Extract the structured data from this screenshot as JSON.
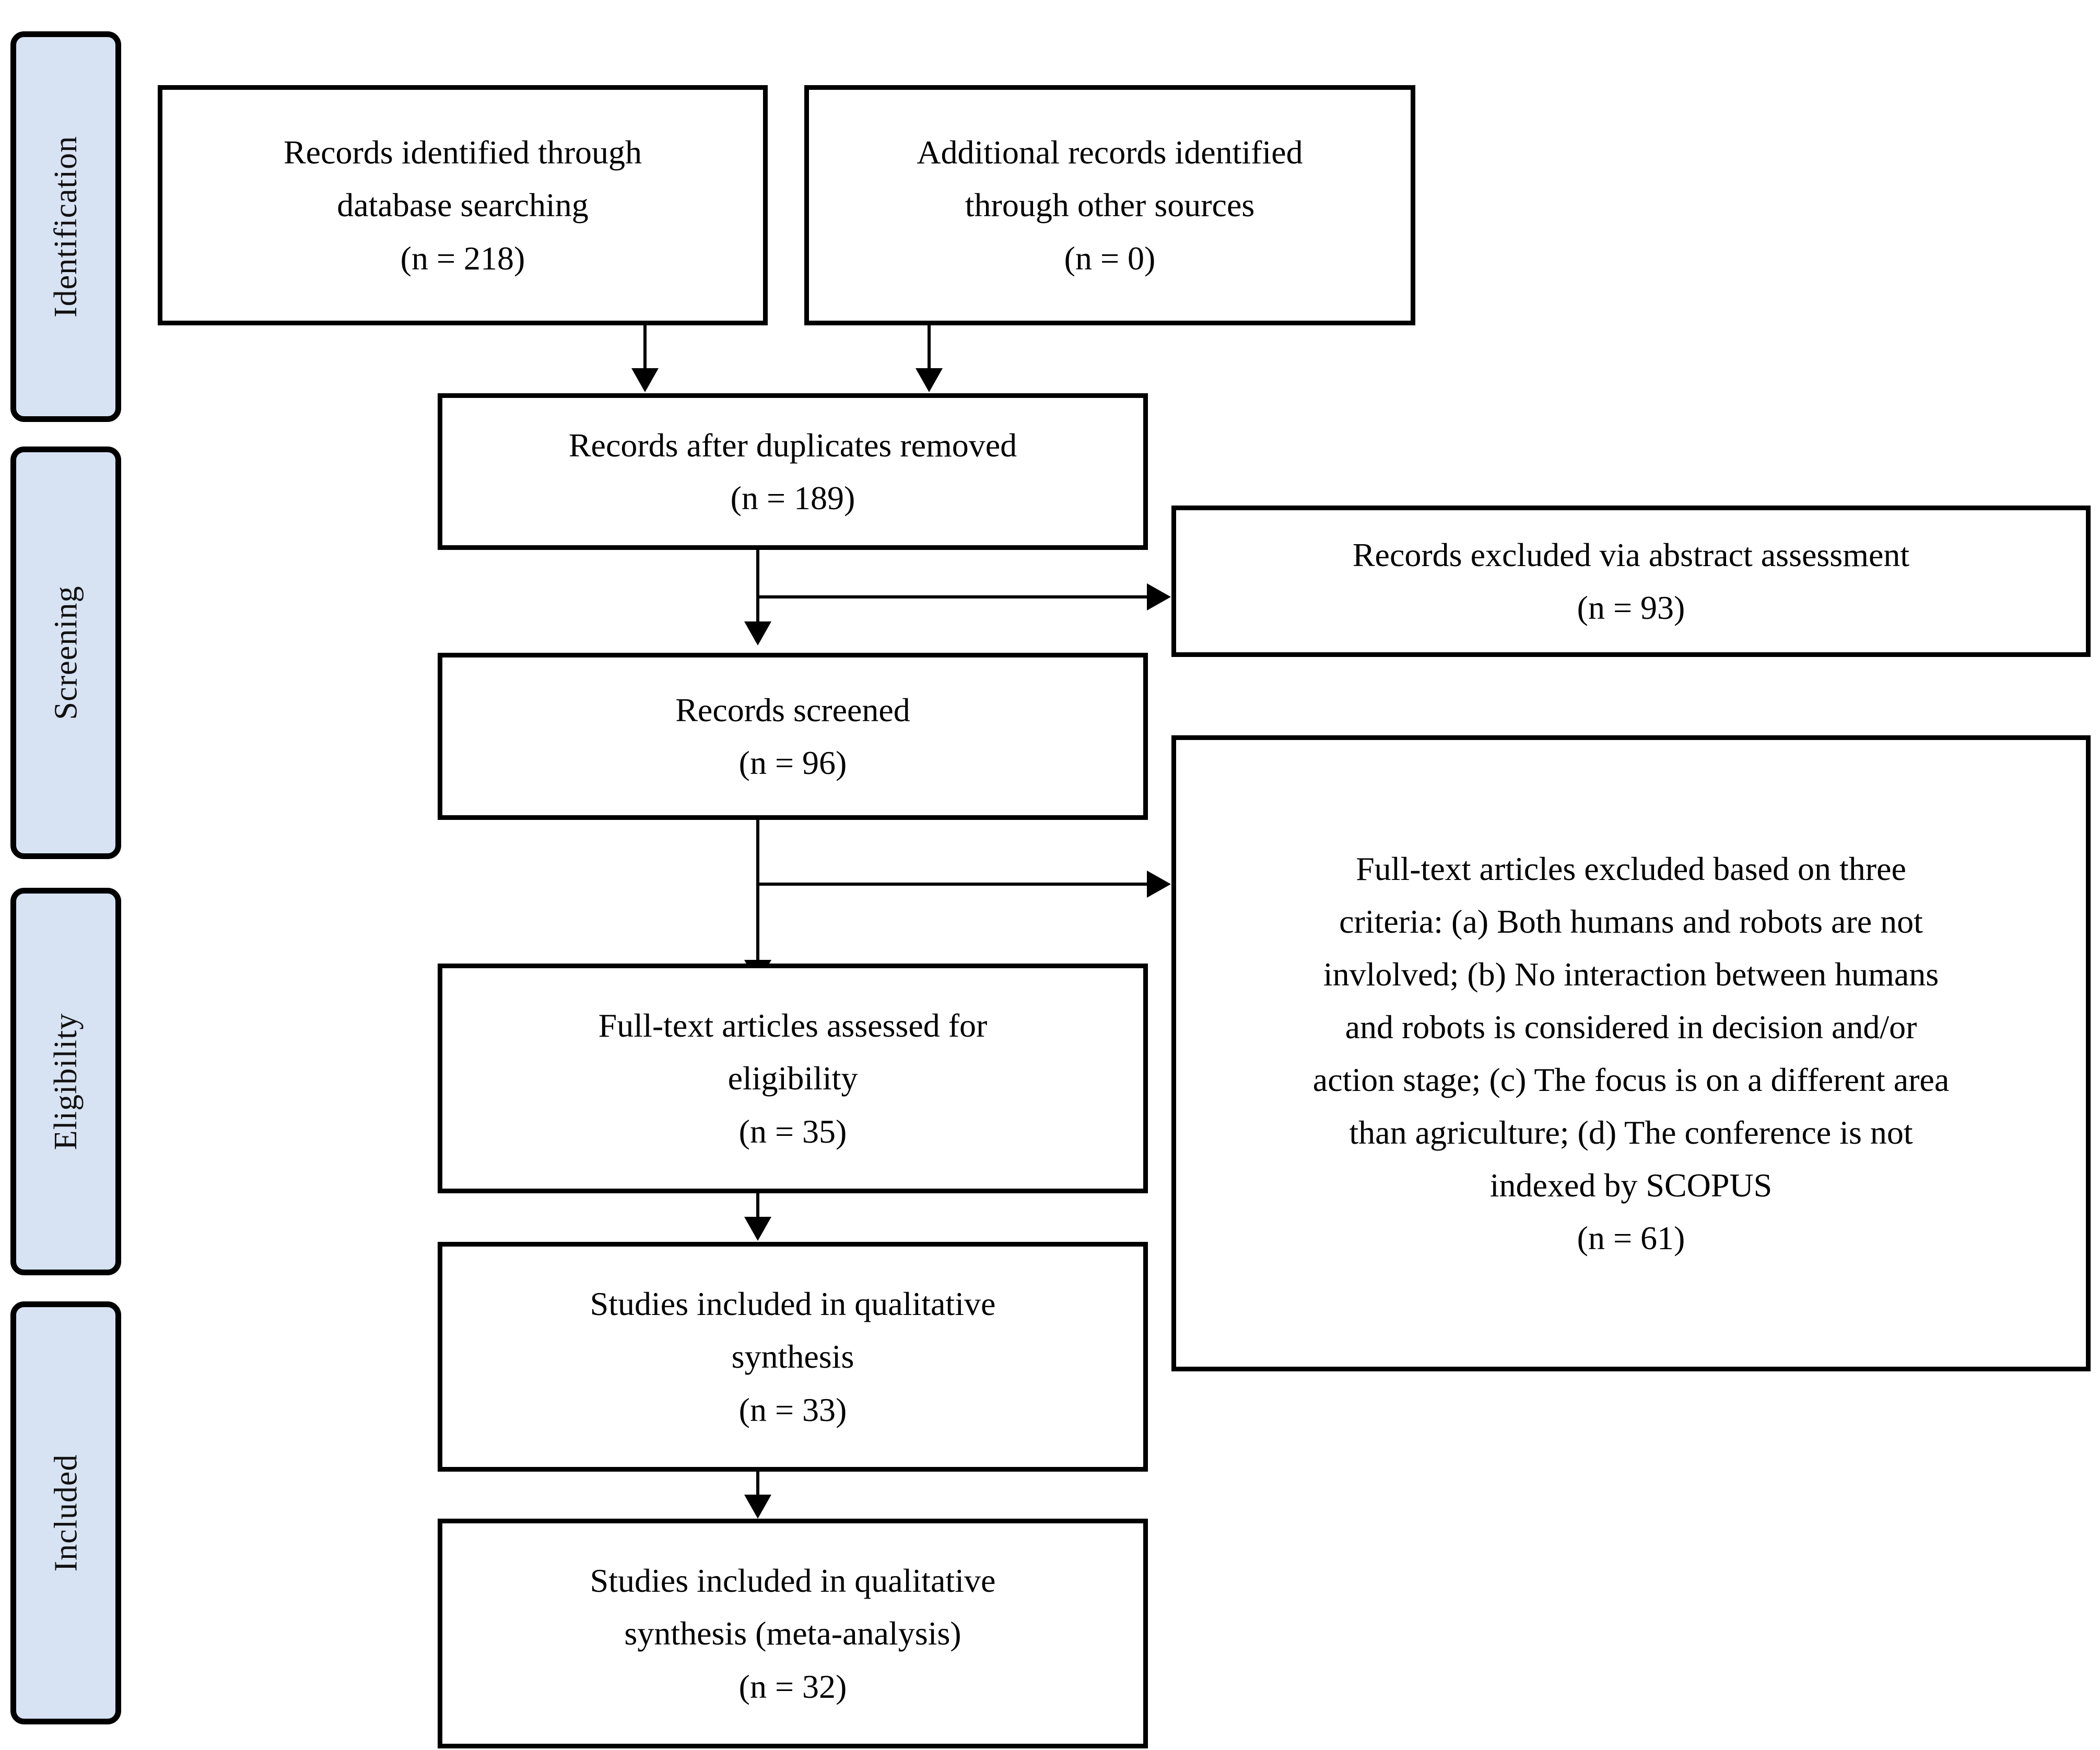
{
  "figure": {
    "type": "prisma-flow-diagram",
    "accent_color": "#d7e3f3",
    "border_color": "#000000",
    "background_color": "#ffffff"
  },
  "stages": [
    {
      "id": "identification",
      "label": "Identification"
    },
    {
      "id": "screening",
      "label": "Screening"
    },
    {
      "id": "eligibility",
      "label": "Eligibility"
    },
    {
      "id": "included",
      "label": "Included"
    }
  ],
  "nodes": {
    "database_search": {
      "lines": [
        "Records identified through",
        "database searching",
        "(n = 218)"
      ],
      "count": 218
    },
    "other_sources": {
      "lines": [
        "Additional records identified",
        "through other sources",
        "(n = 0)"
      ],
      "count": 0
    },
    "duplicates_removed": {
      "lines": [
        "Records after duplicates removed",
        "(n = 189)"
      ],
      "count": 189
    },
    "records_excluded_abstract": {
      "lines": [
        "Records excluded via abstract assessment",
        "(n = 93)"
      ],
      "count": 93
    },
    "records_screened": {
      "lines": [
        "Records screened",
        "(n = 96)"
      ],
      "count": 96
    },
    "fulltext_excluded": {
      "lines": [
        "Full-text articles excluded based on three",
        "criteria: (a) Both humans and robots are not",
        "invlolved; (b) No interaction between humans",
        "and robots is considered in decision and/or",
        "action stage; (c) The focus is on a different area",
        "than agriculture; (d) The conference is not",
        "indexed by SCOPUS",
        "(n = 61)"
      ],
      "count": 61
    },
    "fulltext_assessed": {
      "lines": [
        "Full-text articles assessed for",
        "eligibility",
        "(n = 35)"
      ],
      "count": 35
    },
    "qualitative_synthesis": {
      "lines": [
        "Studies included in qualitative",
        "synthesis",
        "(n = 33)"
      ],
      "count": 33
    },
    "meta_analysis": {
      "lines": [
        "Studies included in qualitative",
        "synthesis (meta-analysis)",
        "(n = 32)"
      ],
      "count": 32
    }
  }
}
